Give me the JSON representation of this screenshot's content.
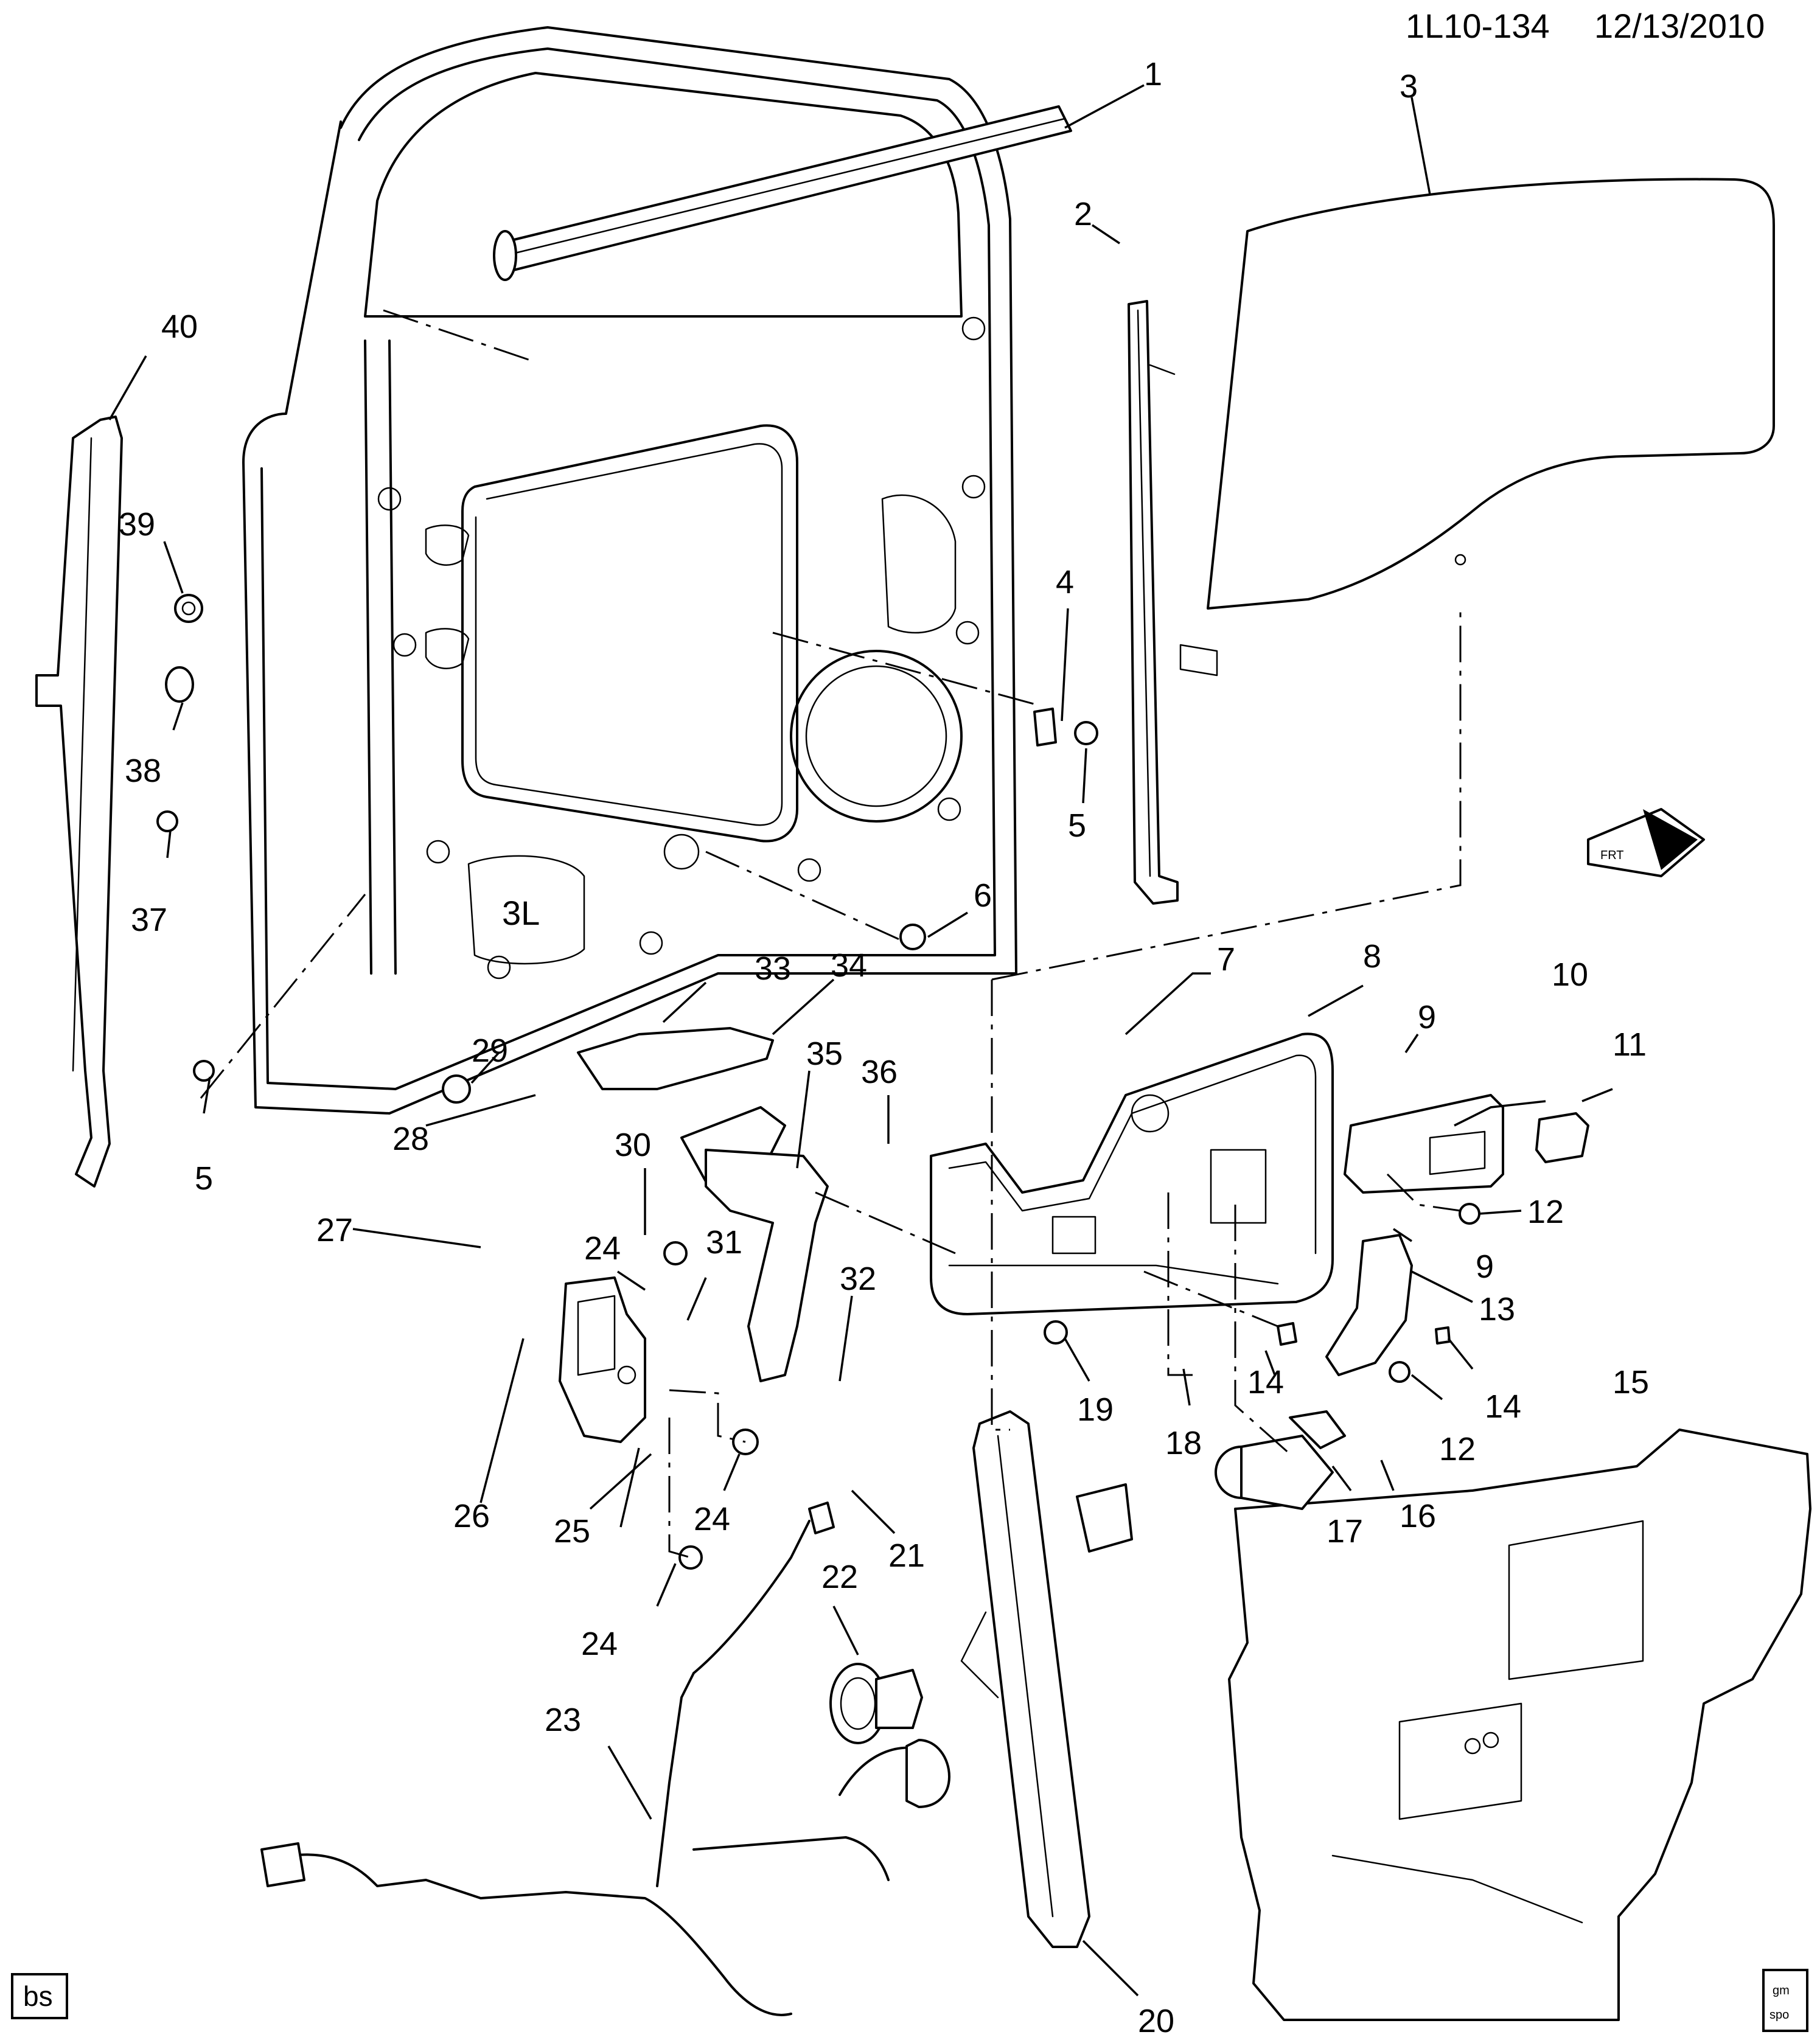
{
  "header": {
    "diagram_id": "1L10-134",
    "date": "12/13/2010"
  },
  "footer": {
    "left_badge": "bs",
    "logo_line1": "gm",
    "logo_line2": "spo"
  },
  "front_marker": {
    "label": "FRT"
  },
  "door_panel_mark": "3L",
  "callouts": [
    "1",
    "2",
    "3",
    "4",
    "5",
    "6",
    "7",
    "8",
    "9",
    "10",
    "11",
    "12",
    "13",
    "14",
    "15",
    "16",
    "17",
    "18",
    "19",
    "20",
    "21",
    "22",
    "23",
    "24",
    "25",
    "26",
    "27",
    "28",
    "29",
    "30",
    "31",
    "32",
    "33",
    "34",
    "35",
    "36",
    "37",
    "38",
    "39",
    "40"
  ],
  "extra_callouts": {
    "dup5": "5",
    "dup9": "9",
    "dup12": "12",
    "dup14": "14",
    "dup24a": "24",
    "dup24b": "24",
    "dup24c": "24"
  }
}
